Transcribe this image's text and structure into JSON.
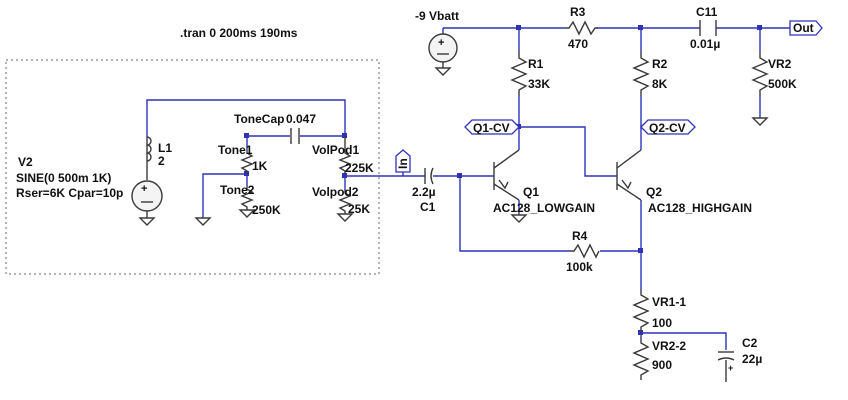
{
  "directive": ".tran 0 200ms 190ms",
  "source_v2": {
    "name": "V2",
    "value": "SINE(0 500m 1K)",
    "params": "Rser=6K Cpar=10p"
  },
  "battery": {
    "label": "-9 Vbatt"
  },
  "components": {
    "L1": {
      "name": "L1",
      "value": "2"
    },
    "tonecap": {
      "name": "ToneCap",
      "value": "0.047"
    },
    "tone1": {
      "name": "Tone1",
      "value": "1K"
    },
    "tone2": {
      "name": "Tone2",
      "value": "250K"
    },
    "volpod1": {
      "name": "VolPod1",
      "value": "225K"
    },
    "volpod2": {
      "name": "Volpod2",
      "value": "25K"
    },
    "C1": {
      "name": "C1",
      "value": "2.2µ"
    },
    "R1": {
      "name": "R1",
      "value": "33K"
    },
    "R2": {
      "name": "R2",
      "value": "8K"
    },
    "R3": {
      "name": "R3",
      "value": "470"
    },
    "R4": {
      "name": "R4",
      "value": "100k"
    },
    "C11": {
      "name": "C11",
      "value": "0.01µ"
    },
    "VR2": {
      "name": "VR2",
      "value": "500K"
    },
    "Q1": {
      "name": "Q1",
      "value": "AC128_LOWGAIN"
    },
    "Q2": {
      "name": "Q2",
      "value": "AC128_HIGHGAIN"
    },
    "VR1_1": {
      "name": "VR1-1",
      "value": "100"
    },
    "VR2_2": {
      "name": "VR2-2",
      "value": "900"
    },
    "C2": {
      "name": "C2",
      "value": "22µ"
    }
  },
  "netflags": {
    "q1cv": "Q1-CV",
    "q2cv": "Q2-CV",
    "out": "Out",
    "in": "In"
  },
  "colors": {
    "wire": "#2e32b8",
    "component": "#3a3a3a",
    "text": "#111111"
  }
}
